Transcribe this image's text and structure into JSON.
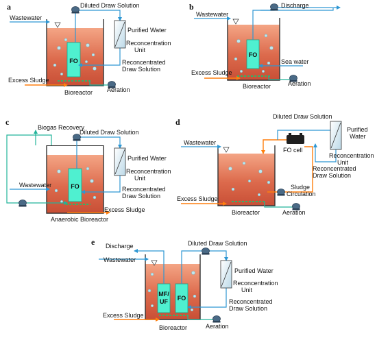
{
  "colors": {
    "tank_top": "#f1a080",
    "tank_bottom": "#cc5438",
    "tank_border": "#333333",
    "module": "#4ff0d0",
    "blue_line": "#2e97d3",
    "orange_line": "#ff7f0e",
    "green_line": "#2fb56b",
    "pump": "#4a6a86"
  },
  "panels": {
    "a": {
      "letter": "a",
      "wastewater": "Wastewater",
      "diluted": "Diluted Draw Solution",
      "purified": "Purified Water",
      "reconc_unit_1": "Reconcentration",
      "reconc_unit_2": "Unit",
      "reconc_draw_1": "Reconcentrated",
      "reconc_draw_2": "Draw Solution",
      "module": "FO",
      "excess": "Excess Sludge",
      "aeration": "Aeration",
      "reactor": "Bioreactor"
    },
    "b": {
      "letter": "b",
      "wastewater": "Wastewater",
      "discharge": "Discharge",
      "module": "FO",
      "seawater": "Sea water",
      "excess": "Excess Sludge",
      "aeration": "Aeration",
      "reactor": "Bioreactor"
    },
    "c": {
      "letter": "c",
      "biogas": "Biogas Recovery",
      "diluted": "Diluted Draw Solution",
      "purified": "Purified Water",
      "reconc_unit_1": "Reconcentration",
      "reconc_unit_2": "Unit",
      "reconc_draw_1": "Reconcentrated",
      "reconc_draw_2": "Draw Solution",
      "wastewater": "Wastewater",
      "module": "FO",
      "excess": "Excess Sludge",
      "reactor": "Anaerobic Bioreactor"
    },
    "d": {
      "letter": "d",
      "diluted": "Diluted Draw Solution",
      "purified_1": "Purified",
      "purified_2": "Water",
      "fo_cell": "FO cell",
      "reconc_unit_1": "Reconcentration",
      "reconc_unit_2": "Unit",
      "reconc_draw_1": "Reconcentrated",
      "reconc_draw_2": "Draw Solution",
      "wastewater": "Wastewater",
      "sludge_1": "Sludge",
      "sludge_2": "Circulation",
      "excess": "Excess Sludge",
      "aeration": "Aeration",
      "reactor": "Bioreactor"
    },
    "e": {
      "letter": "e",
      "discharge": "Discharge",
      "wastewater": "Wastewater",
      "diluted": "Diluted Draw Solution",
      "purified": "Purified Water",
      "reconc_unit_1": "Reconcentration",
      "reconc_unit_2": "Unit",
      "reconc_draw_1": "Reconcentrated",
      "reconc_draw_2": "Draw Solution",
      "module_mf_1": "MF/",
      "module_mf_2": "UF",
      "module": "FO",
      "excess": "Excess Sludge",
      "aeration": "Aeration",
      "reactor": "Bioreactor"
    }
  }
}
